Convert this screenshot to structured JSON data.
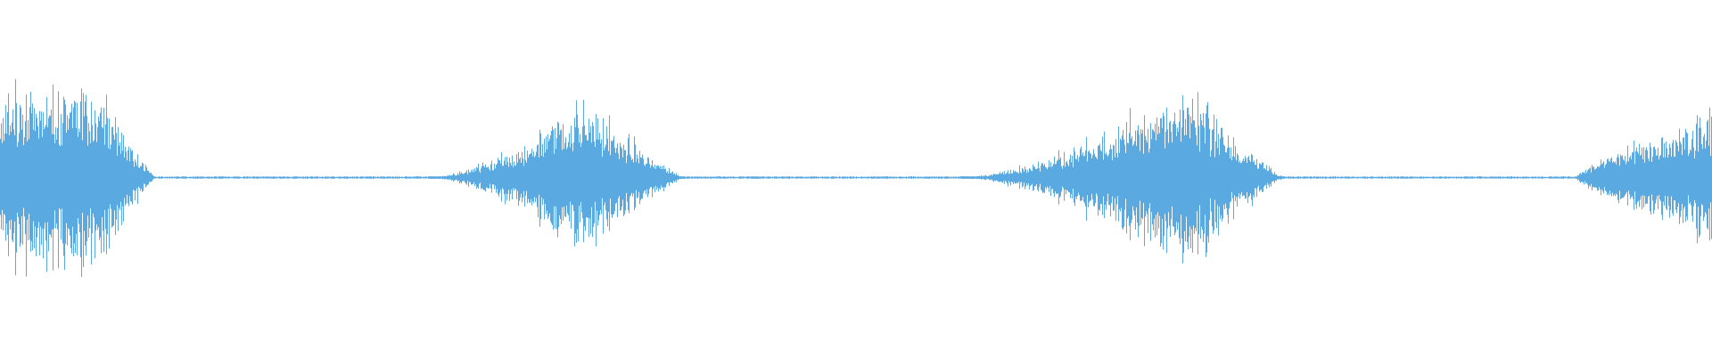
{
  "waveform": {
    "color": "#5aa9e1",
    "background": "#ffffff",
    "segments": [
      {
        "start": 0.0,
        "end": 0.09,
        "peak": 0.95,
        "taper_start": 0.062,
        "taper_kind": "fade-out"
      },
      {
        "start": 0.25,
        "end": 0.4,
        "peak": 0.82,
        "center": 0.34
      },
      {
        "start": 0.56,
        "end": 0.75,
        "peak": 0.98,
        "center": 0.69
      },
      {
        "start": 0.92,
        "end": 1.0,
        "peak": 0.65,
        "taper_kind": "fade-in"
      }
    ],
    "silence_level": 0.012
  }
}
